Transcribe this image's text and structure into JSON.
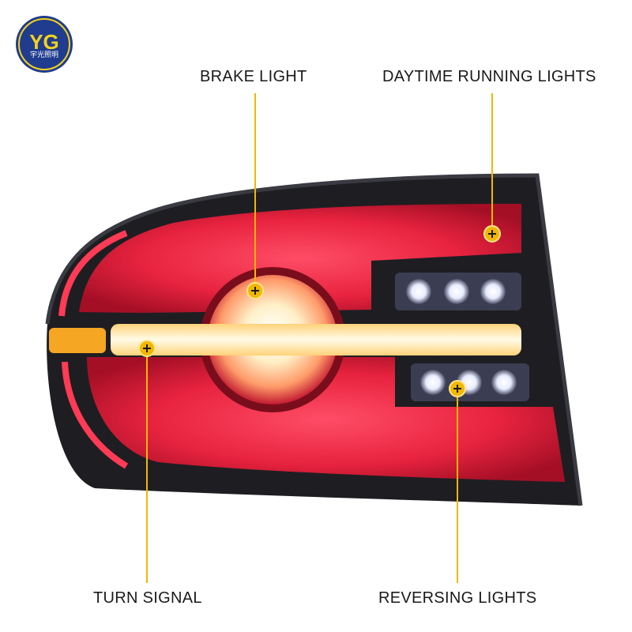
{
  "logo": {
    "monogram": "YG",
    "text": "宇光照明"
  },
  "callouts": {
    "brake_light": "BRAKE LIGHT",
    "daytime_running_lights": "DAYTIME RUNNING LIGHTS",
    "turn_signal": "TURN SIGNAL",
    "reversing_lights": "REVERSING LIGHTS"
  },
  "colors": {
    "callout_line": "#f2b705",
    "lens_red": "#e8233f",
    "turn_amber": "#f5a623",
    "housing": "#1e1e22"
  }
}
